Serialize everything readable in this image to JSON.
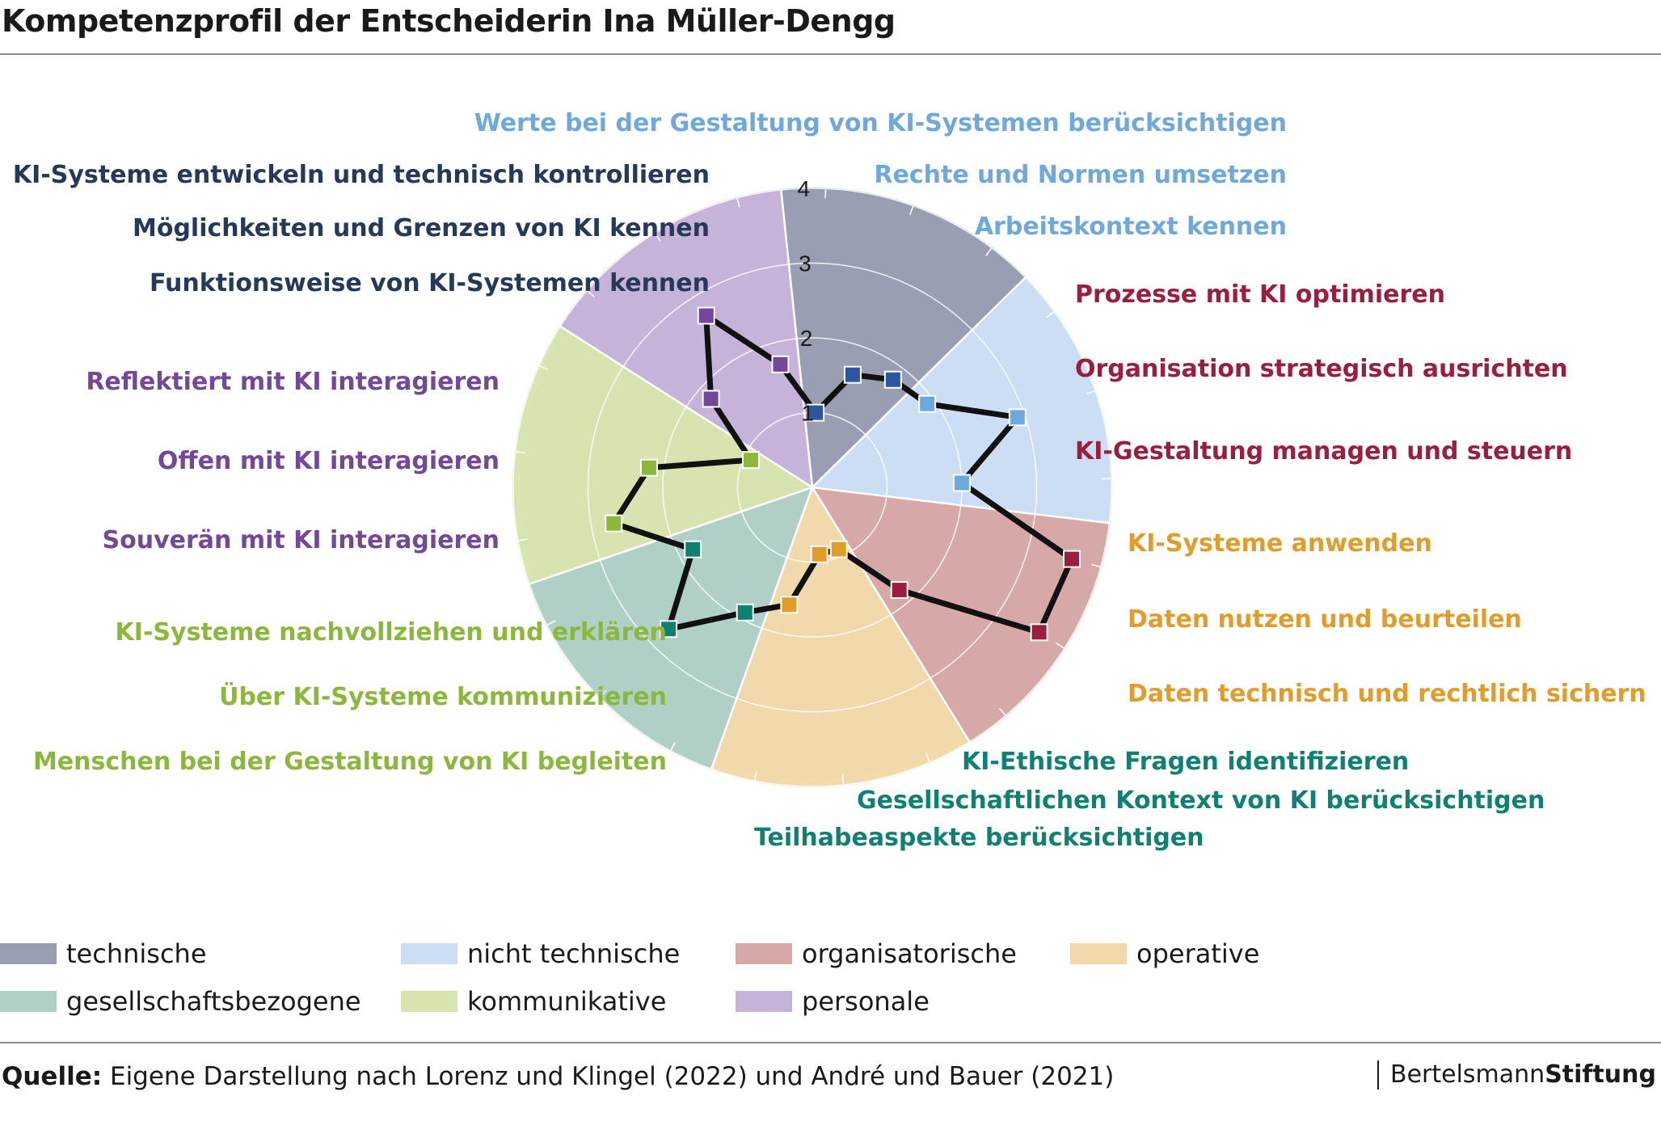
{
  "title": "Kompetenzprofil der Entscheiderin Ina Müller-Dengg",
  "source": {
    "label": "Quelle:",
    "text": "Eigene Darstellung nach Lorenz und Klingel (2022) und André und Bauer (2021)"
  },
  "brand": {
    "part1": "Bertelsmann",
    "part2": "Stiftung"
  },
  "chart_data": {
    "type": "radar",
    "rmax": 4,
    "ticks": [
      "1",
      "2",
      "3",
      "4"
    ],
    "grid": true,
    "groups": [
      {
        "name": "technische",
        "color": "#999fb2",
        "text_color": "#26395a",
        "items": [
          {
            "label": "Funktionsweise von KI-Systemen kennen",
            "value": 1.0,
            "marker": "#2f54a0"
          },
          {
            "label": "Möglichkeiten und Grenzen von KI kennen",
            "value": 1.6,
            "marker": "#2f54a0"
          },
          {
            "label": "KI-Systeme entwickeln und technisch kontrollieren",
            "value": 1.8,
            "marker": "#2f54a0"
          }
        ]
      },
      {
        "name": "nicht technische",
        "color": "#ccdef4",
        "text_color": "#6fa8dc",
        "items": [
          {
            "label": "Arbeitskontext kennen",
            "value": 1.9,
            "marker": "#6fa8dc"
          },
          {
            "label": "Rechte und Normen umsetzen",
            "value": 2.9,
            "marker": "#6fa8dc"
          },
          {
            "label": "Werte bei der Gestaltung von KI-Systemen berücksichtigen",
            "value": 2.0,
            "marker": "#6fa8dc"
          }
        ]
      },
      {
        "name": "organisatorische",
        "color": "#d6a8a8",
        "text_color": "#9c1e3f",
        "items": [
          {
            "label": "Prozesse mit KI optimieren",
            "value": 3.6,
            "marker": "#9c1e3f"
          },
          {
            "label": "Organisation strategisch ausrichten",
            "value": 3.6,
            "marker": "#9c1e3f"
          },
          {
            "label": "KI-Gestaltung managen und steuern",
            "value": 1.8,
            "marker": "#9c1e3f"
          }
        ]
      },
      {
        "name": "operative",
        "color": "#f2d9ac",
        "text_color": "#e29c2a",
        "items": [
          {
            "label": "KI-Systeme anwenden",
            "value": 0.9,
            "marker": "#e29c2a"
          },
          {
            "label": "Daten nutzen und beurteilen",
            "value": 0.9,
            "marker": "#e29c2a"
          },
          {
            "label": "Daten technisch und rechtlich sichern",
            "value": 1.6,
            "marker": "#e29c2a"
          }
        ]
      },
      {
        "name": "gesellschaftsbezogene",
        "color": "#b0cfc6",
        "text_color": "#0e8170",
        "items": [
          {
            "label": "KI-Ethische Fragen identifizieren",
            "value": 1.9,
            "marker": "#0e8170"
          },
          {
            "label": "Gesellschaftlichen Kontext von KI berücksichtigen",
            "value": 2.7,
            "marker": "#0e8170"
          },
          {
            "label": "Teilhabeaspekte berücksichtigen",
            "value": 1.8,
            "marker": "#0e8170"
          }
        ]
      },
      {
        "name": "kommunikative",
        "color": "#d8e4b0",
        "text_color": "#8db73c",
        "items": [
          {
            "label": "Menschen bei der Gestaltung von KI begleiten",
            "value": 2.7,
            "marker": "#8db73c"
          },
          {
            "label": "Über KI-Systeme kommunizieren",
            "value": 2.2,
            "marker": "#8db73c"
          },
          {
            "label": "KI-Systeme nachvollziehen und erklären",
            "value": 0.9,
            "marker": "#8db73c"
          }
        ]
      },
      {
        "name": "personale",
        "color": "#c6b3d9",
        "text_color": "#73479a",
        "items": [
          {
            "label": "Souverän mit KI interagieren",
            "value": 1.8,
            "marker": "#73479a"
          },
          {
            "label": "Offen mit KI interagieren",
            "value": 2.7,
            "marker": "#73479a"
          },
          {
            "label": "Reflektiert mit KI interagieren",
            "value": 1.7,
            "marker": "#73479a"
          }
        ]
      }
    ]
  }
}
